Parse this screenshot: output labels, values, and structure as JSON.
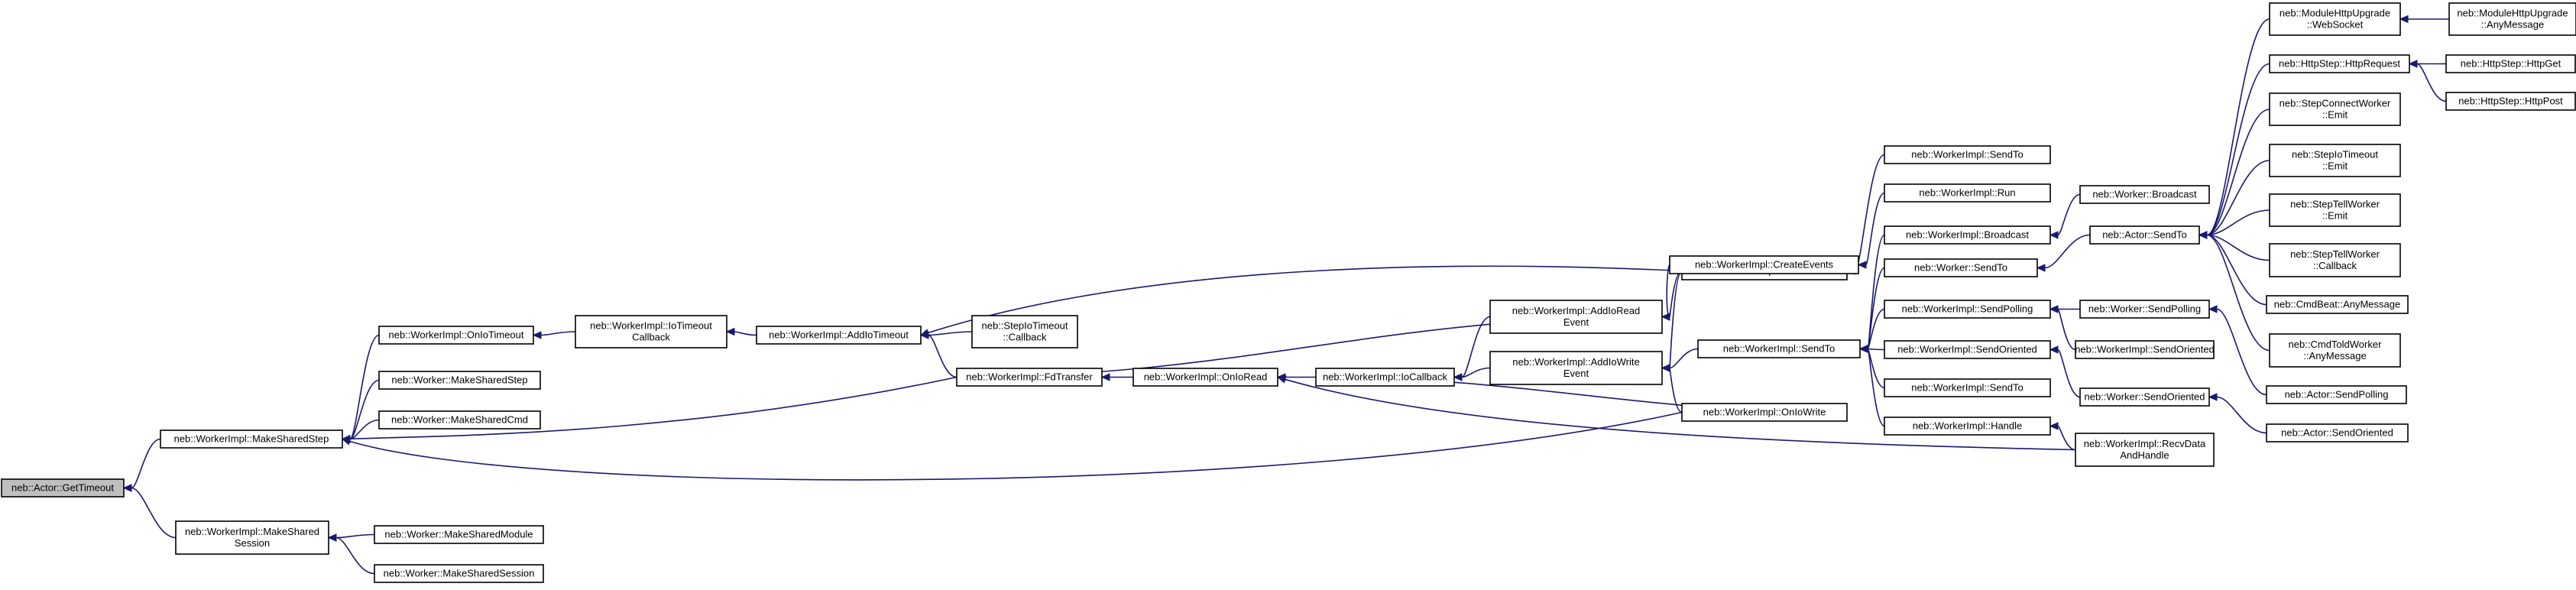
{
  "diagram": {
    "type": "caller-graph",
    "colors": {
      "edge": "#191970",
      "root_fill": "#bfbfbf",
      "node_fill": "#ffffff",
      "node_border": "#000000"
    },
    "nodes": [
      {
        "id": "getTimeout",
        "lines": [
          "neb::Actor::GetTimeout"
        ],
        "root": true
      },
      {
        "id": "makeSharedStep",
        "lines": [
          "neb::WorkerImpl::MakeSharedStep"
        ]
      },
      {
        "id": "makeSharedSession",
        "lines": [
          "neb::WorkerImpl::MakeShared",
          "Session"
        ]
      },
      {
        "id": "onIoTimeout",
        "lines": [
          "neb::WorkerImpl::OnIoTimeout"
        ]
      },
      {
        "id": "wMakeSharedStep",
        "lines": [
          "neb::Worker::MakeSharedStep"
        ]
      },
      {
        "id": "wMakeSharedCmd",
        "lines": [
          "neb::Worker::MakeSharedCmd"
        ]
      },
      {
        "id": "wMakeSharedModule",
        "lines": [
          "neb::Worker::MakeSharedModule"
        ]
      },
      {
        "id": "wMakeSharedSession",
        "lines": [
          "neb::Worker::MakeSharedSession"
        ]
      },
      {
        "id": "ioTimeoutCallback",
        "lines": [
          "neb::WorkerImpl::IoTimeout",
          "Callback"
        ]
      },
      {
        "id": "addIoTimeout",
        "lines": [
          "neb::WorkerImpl::AddIoTimeout"
        ]
      },
      {
        "id": "stepIoTimeoutCallback",
        "lines": [
          "neb::StepIoTimeout",
          "::Callback"
        ]
      },
      {
        "id": "fdTransfer",
        "lines": [
          "neb::WorkerImpl::FdTransfer"
        ]
      },
      {
        "id": "onIoRead",
        "lines": [
          "neb::WorkerImpl::OnIoRead"
        ]
      },
      {
        "id": "ioCallback",
        "lines": [
          "neb::WorkerImpl::IoCallback"
        ]
      },
      {
        "id": "addIoReadEvent",
        "lines": [
          "neb::WorkerImpl::AddIoRead",
          "Event"
        ]
      },
      {
        "id": "addIoWriteEvent",
        "lines": [
          "neb::WorkerImpl::AddIoWrite",
          "Event"
        ]
      },
      {
        "id": "autoSend",
        "lines": [
          "neb::WorkerImpl::AutoSend"
        ]
      },
      {
        "id": "createEvents",
        "lines": [
          "neb::WorkerImpl::CreateEvents"
        ]
      },
      {
        "id": "onIoWrite",
        "lines": [
          "neb::WorkerImpl::OnIoWrite"
        ]
      },
      {
        "id": "sendToMain",
        "lines": [
          "neb::WorkerImpl::SendTo"
        ]
      },
      {
        "id": "sendToTop",
        "lines": [
          "neb::WorkerImpl::SendTo"
        ]
      },
      {
        "id": "run",
        "lines": [
          "neb::WorkerImpl::Run"
        ]
      },
      {
        "id": "broadcastImpl",
        "lines": [
          "neb::WorkerImpl::Broadcast"
        ]
      },
      {
        "id": "workerSendTo",
        "lines": [
          "neb::Worker::SendTo"
        ]
      },
      {
        "id": "sendPollingImpl",
        "lines": [
          "neb::WorkerImpl::SendPolling"
        ]
      },
      {
        "id": "sendOrientedImpl",
        "lines": [
          "neb::WorkerImpl::SendOriented"
        ]
      },
      {
        "id": "sendToLow",
        "lines": [
          "neb::WorkerImpl::SendTo"
        ]
      },
      {
        "id": "handle",
        "lines": [
          "neb::WorkerImpl::Handle"
        ]
      },
      {
        "id": "recvDataAndHandle",
        "lines": [
          "neb::WorkerImpl::RecvData",
          "AndHandle"
        ]
      },
      {
        "id": "workerBroadcast",
        "lines": [
          "neb::Worker::Broadcast"
        ]
      },
      {
        "id": "actorSendTo",
        "lines": [
          "neb::Actor::SendTo"
        ]
      },
      {
        "id": "workerSendPolling",
        "lines": [
          "neb::Worker::SendPolling"
        ]
      },
      {
        "id": "sendOrientedImpl2",
        "lines": [
          "neb::WorkerImpl::SendOriented"
        ]
      },
      {
        "id": "workerSendOriented",
        "lines": [
          "neb::Worker::SendOriented"
        ]
      },
      {
        "id": "webSocket",
        "lines": [
          "neb::ModuleHttpUpgrade",
          "::WebSocket"
        ]
      },
      {
        "id": "httpRequest",
        "lines": [
          "neb::HttpStep::HttpRequest"
        ]
      },
      {
        "id": "stepConnectWorkerEmit",
        "lines": [
          "neb::StepConnectWorker",
          "::Emit"
        ]
      },
      {
        "id": "stepIoTimeoutEmit",
        "lines": [
          "neb::StepIoTimeout",
          "::Emit"
        ]
      },
      {
        "id": "stepTellWorkerEmit",
        "lines": [
          "neb::StepTellWorker",
          "::Emit"
        ]
      },
      {
        "id": "stepTellWorkerCallback",
        "lines": [
          "neb::StepTellWorker",
          "::Callback"
        ]
      },
      {
        "id": "cmdBeatAnyMessage",
        "lines": [
          "neb::CmdBeat::AnyMessage"
        ]
      },
      {
        "id": "cmdToldWorkerAnyMessage",
        "lines": [
          "neb::CmdToldWorker",
          "::AnyMessage"
        ]
      },
      {
        "id": "actorSendPolling",
        "lines": [
          "neb::Actor::SendPolling"
        ]
      },
      {
        "id": "actorSendOriented",
        "lines": [
          "neb::Actor::SendOriented"
        ]
      },
      {
        "id": "upgradeAnyMessage",
        "lines": [
          "neb::ModuleHttpUpgrade",
          "::AnyMessage"
        ]
      },
      {
        "id": "httpGet",
        "lines": [
          "neb::HttpStep::HttpGet"
        ]
      },
      {
        "id": "httpPost",
        "lines": [
          "neb::HttpStep::HttpPost"
        ]
      }
    ],
    "edges": [
      [
        "makeSharedStep",
        "getTimeout"
      ],
      [
        "makeSharedSession",
        "getTimeout"
      ],
      [
        "onIoTimeout",
        "makeSharedStep"
      ],
      [
        "wMakeSharedStep",
        "makeSharedStep"
      ],
      [
        "wMakeSharedCmd",
        "makeSharedStep"
      ],
      [
        "fdTransfer",
        "makeSharedStep"
      ],
      [
        "onIoWrite",
        "makeSharedStep"
      ],
      [
        "wMakeSharedModule",
        "makeSharedSession"
      ],
      [
        "wMakeSharedSession",
        "makeSharedSession"
      ],
      [
        "ioTimeoutCallback",
        "onIoTimeout"
      ],
      [
        "addIoTimeout",
        "ioTimeoutCallback"
      ],
      [
        "autoSend",
        "addIoTimeout"
      ],
      [
        "fdTransfer",
        "addIoTimeout"
      ],
      [
        "stepIoTimeoutCallback",
        "addIoTimeout"
      ],
      [
        "onIoRead",
        "fdTransfer"
      ],
      [
        "ioCallback",
        "onIoRead"
      ],
      [
        "recvDataAndHandle",
        "onIoRead"
      ],
      [
        "addIoReadEvent",
        "ioCallback"
      ],
      [
        "addIoWriteEvent",
        "ioCallback"
      ],
      [
        "fdTransfer",
        "addIoReadEvent"
      ],
      [
        "autoSend",
        "addIoReadEvent"
      ],
      [
        "createEvents",
        "addIoReadEvent"
      ],
      [
        "autoSend",
        "addIoWriteEvent"
      ],
      [
        "onIoWrite",
        "addIoWriteEvent"
      ],
      [
        "sendToMain",
        "addIoWriteEvent"
      ],
      [
        "ioCallback",
        "onIoWrite"
      ],
      [
        "sendToTop",
        "autoSend"
      ],
      [
        "run",
        "createEvents"
      ],
      [
        "broadcastImpl",
        "sendToMain"
      ],
      [
        "workerSendTo",
        "sendToMain"
      ],
      [
        "sendPollingImpl",
        "sendToMain"
      ],
      [
        "sendOrientedImpl",
        "sendToMain"
      ],
      [
        "sendToLow",
        "sendToMain"
      ],
      [
        "handle",
        "sendToMain"
      ],
      [
        "workerBroadcast",
        "broadcastImpl"
      ],
      [
        "actorSendTo",
        "workerSendTo"
      ],
      [
        "workerSendPolling",
        "sendPollingImpl"
      ],
      [
        "sendOrientedImpl2",
        "sendPollingImpl"
      ],
      [
        "workerSendOriented",
        "sendOrientedImpl"
      ],
      [
        "recvDataAndHandle",
        "handle"
      ],
      [
        "webSocket",
        "actorSendTo"
      ],
      [
        "httpRequest",
        "actorSendTo"
      ],
      [
        "stepConnectWorkerEmit",
        "actorSendTo"
      ],
      [
        "stepIoTimeoutEmit",
        "actorSendTo"
      ],
      [
        "stepTellWorkerEmit",
        "actorSendTo"
      ],
      [
        "stepTellWorkerCallback",
        "actorSendTo"
      ],
      [
        "cmdBeatAnyMessage",
        "actorSendTo"
      ],
      [
        "cmdToldWorkerAnyMessage",
        "actorSendTo"
      ],
      [
        "actorSendPolling",
        "workerSendPolling"
      ],
      [
        "actorSendOriented",
        "workerSendOriented"
      ],
      [
        "upgradeAnyMessage",
        "webSocket"
      ],
      [
        "httpGet",
        "httpRequest"
      ],
      [
        "httpPost",
        "httpRequest"
      ]
    ]
  }
}
